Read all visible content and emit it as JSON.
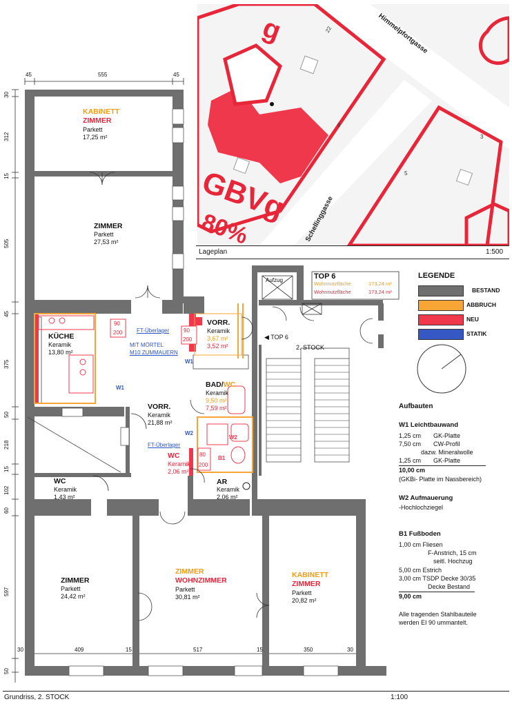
{
  "site_plan": {
    "label": "Lageplan",
    "scale": "1:500",
    "streets": [
      "Himmelpfortgasse",
      "Schellinggasse"
    ],
    "zoning": [
      "GBVg",
      "80%"
    ],
    "zone_frag": "g",
    "lot_numbers": [
      "22",
      "6",
      "5",
      "3"
    ]
  },
  "floorplan": {
    "label": "Grundriss, 2. STOCK",
    "scale": "1:100",
    "dims_top": [
      "45",
      "555",
      "45"
    ],
    "dims_left": [
      "30",
      "312",
      "15",
      "505",
      "45",
      "375",
      "50",
      "218",
      "15",
      "102",
      "60",
      "597",
      "50"
    ],
    "dims_bottom": [
      "30",
      "409",
      "15",
      "517",
      "15",
      "350",
      "30"
    ],
    "rooms": {
      "kabinett1": {
        "name_old": "KABINETT",
        "name_new": "ZIMMER",
        "floor": "Parkett",
        "area": "17,25 m²"
      },
      "zimmer1": {
        "name": "ZIMMER",
        "floor": "Parkett",
        "area": "27,53 m²"
      },
      "kueche": {
        "name": "KÜCHE",
        "floor": "Keramik",
        "area": "13,80 m²"
      },
      "vorr_small": {
        "name": "VORR.",
        "floor": "Keramik",
        "area_old": "3,67 m²",
        "area_new": "3,52 m²"
      },
      "bad": {
        "name": "BAD/",
        "name_new": "WC",
        "floor": "Keramik",
        "area_old": "9,50 m²",
        "area_new": "7,59 m²"
      },
      "vorr_main": {
        "name": "VORR.",
        "floor": "Keramik",
        "area": "21,88 m²"
      },
      "wc_new": {
        "name": "WC",
        "floor": "Keramik",
        "area": "2,06 m²"
      },
      "ar": {
        "name": "AR",
        "floor": "Keramik",
        "area": "2,06 m²"
      },
      "wc_small": {
        "name": "WC",
        "floor": "Keramik",
        "area": "1,43 m²"
      },
      "zimmer2": {
        "name": "ZIMMER",
        "floor": "Parkett",
        "area": "24,42 m²"
      },
      "wohnzimmer": {
        "name_old": "ZIMMER",
        "name_new": "WOHNZIMMER",
        "floor": "Parkett",
        "area": "30,81 m²"
      },
      "kabinett2": {
        "name_old": "KABINETT",
        "name_new": "ZIMMER",
        "floor": "Parkett",
        "area": "20,82 m²"
      }
    },
    "notes": {
      "ft1": "FT-Überlager",
      "mortel1": "MIT MÖRTEL",
      "mortel2": "M10 ZUMMAUERN",
      "ft2": "FT-Überlager",
      "dim90a": "90",
      "dim200a": "200",
      "dim90b": "90",
      "dim200b": "200",
      "dim80": "80",
      "dim200c": "200",
      "w1": "W1",
      "w1b": "W1",
      "w2": "W2",
      "w2b": "W2",
      "b1": "B1"
    },
    "stair": {
      "top6_label": "◀ TOP 6",
      "stock_label": "2. STOCK",
      "aufzug": "Aufzug"
    }
  },
  "top6": {
    "title": "TOP 6",
    "rows": [
      {
        "label": "Wohnnutzfläche",
        "value": "173,24 m²",
        "color": "#f39c12"
      },
      {
        "label": "Wohnnutzfläche",
        "value": "173,24 m²",
        "color": "#e8263a"
      }
    ]
  },
  "legend": {
    "title": "LEGENDE",
    "items": [
      {
        "label": "BESTAND",
        "color": "#6f6f6f"
      },
      {
        "label": "ABBRUCH",
        "color": "#f7a535"
      },
      {
        "label": "NEU",
        "color": "#f0384d"
      },
      {
        "label": "STATIK",
        "color": "#3558c4"
      }
    ]
  },
  "aufbauten": {
    "title": "Aufbauten",
    "w1": {
      "title": "W1 Leichtbauwand",
      "lines": [
        [
          "1,25 cm",
          "GK-Platte"
        ],
        [
          "7,50 cm",
          "CW-Profil"
        ],
        [
          "",
          "dazw. Mineralwolle"
        ],
        [
          "1,25 cm",
          "GK-Platte"
        ]
      ],
      "total": "10,00 cm",
      "note": "(GKBi- Platte im Nassbereich)"
    },
    "w2": {
      "title": "W2 Aufmauerung",
      "line": "-Hochlochziegel"
    },
    "b1": {
      "title": "B1 Fußboden",
      "lines": [
        "1,00 cm Fliesen",
        "F-Anstrich, 15 cm",
        "seitl. Hochzug",
        "5,00 cm Estrich",
        "3,00 cm TSDP Decke 30/35",
        "Decke Bestand"
      ],
      "total": "9,00 cm"
    },
    "note1": "Alle tragenden Stahlbauteile",
    "note2": "werden EI 90 ummantelt."
  }
}
